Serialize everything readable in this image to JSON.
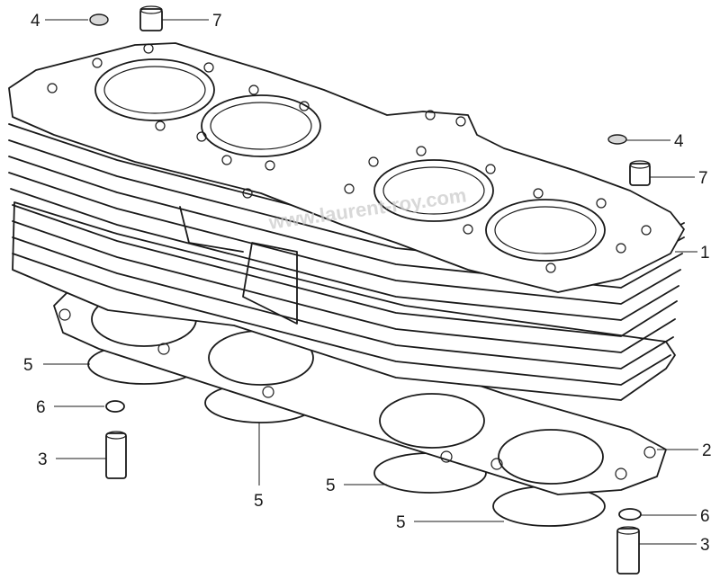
{
  "watermark": "www.laurent-roy.com",
  "callouts": [
    {
      "id": "c4a",
      "label": "4"
    },
    {
      "id": "c7a",
      "label": "7"
    },
    {
      "id": "c4b",
      "label": "4"
    },
    {
      "id": "c7b",
      "label": "7"
    },
    {
      "id": "c1",
      "label": "1"
    },
    {
      "id": "c5a",
      "label": "5"
    },
    {
      "id": "c6a",
      "label": "6"
    },
    {
      "id": "c3a",
      "label": "3"
    },
    {
      "id": "c5b",
      "label": "5"
    },
    {
      "id": "c2",
      "label": "2"
    },
    {
      "id": "c5c",
      "label": "5"
    },
    {
      "id": "c5d",
      "label": "5"
    },
    {
      "id": "c6b",
      "label": "6"
    },
    {
      "id": "c3b",
      "label": "3"
    }
  ]
}
